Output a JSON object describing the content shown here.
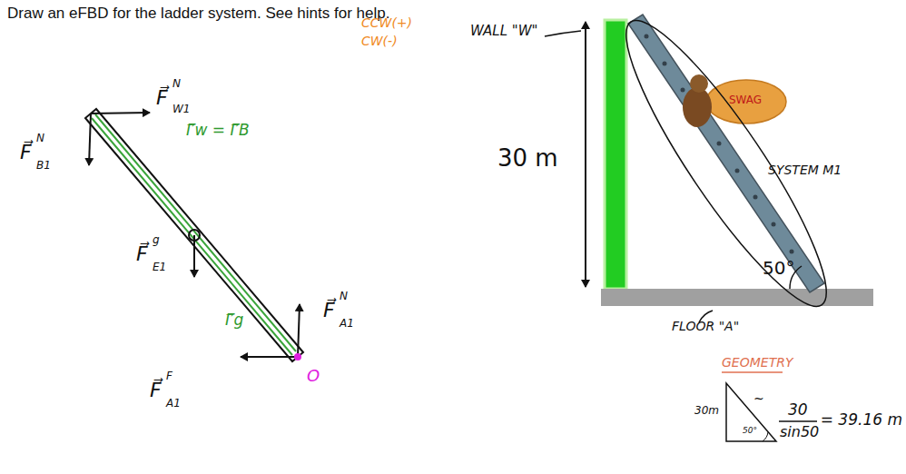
{
  "diagram": {
    "title": "Draw an eFBD for the ladder system.  See hints for help.",
    "labels": [
      "CCW(+)",
      "CW(-)",
      "F⃗",
      "N",
      "W1",
      "F⃗",
      "N",
      "B1",
      "F⃗",
      "g",
      "E1",
      "F⃗",
      "N",
      "A1",
      "F⃗",
      "F",
      "A1",
      "Γ⃗w = Γ⃗B",
      "Γ⃗g",
      "O",
      "WALL \"W\"",
      "30 m",
      "SWAG",
      "SYSTEM M1",
      "50°",
      "FLOOR \"A\"",
      "GEOMETRY",
      "30m",
      "~",
      "50°",
      "30",
      "sin50",
      "= 39.16 m"
    ]
  }
}
